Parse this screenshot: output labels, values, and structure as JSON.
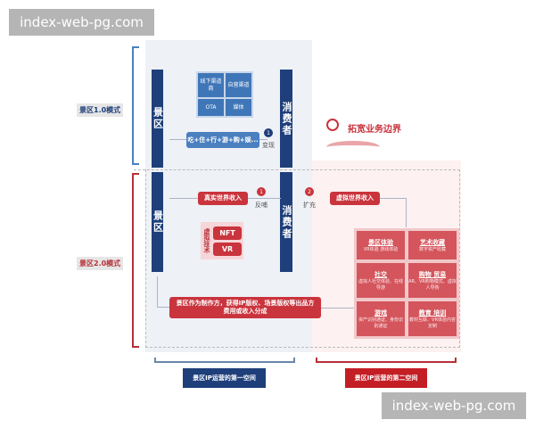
{
  "watermarks": [
    "index-web-pg.com",
    "index-web-pg.com"
  ],
  "modes": {
    "v1": "景区1.0模式",
    "v2": "景区2.0模式"
  },
  "scenic": "景区",
  "consumer": "消费者",
  "channels": [
    "线下渠道商",
    "自营渠道",
    "OTA",
    "媒体"
  ],
  "consumption": "吃+住+行+游+购+娱...",
  "steps": [
    {
      "num": "1",
      "label": "变现"
    },
    {
      "num": "1",
      "label": "反哺"
    },
    {
      "num": "2",
      "label": "扩充"
    }
  ],
  "real_income": "真实世界收入",
  "virtual_tech": {
    "label": "虚拟技术",
    "items": [
      "NFT",
      "VR"
    ]
  },
  "ip_revenue": "景区作为制作方，获得IP版权、场景版权等出品方费用或收入分成",
  "expand": "拓宽业务边界",
  "virtual_income": "虚拟世界收入",
  "virtual_cells": [
    {
      "title": "景区体验",
      "desc": "VR体验 游戏体验"
    },
    {
      "title": "艺术收藏",
      "desc": "数字资产收藏"
    },
    {
      "title": "社交",
      "desc": "虚拟人社交体验、在线导游"
    },
    {
      "title": "购物 贸易",
      "desc": "AR、VR购物模式、虚拟人导购"
    },
    {
      "title": "游戏",
      "desc": "资产识别通证、身份识别通证"
    },
    {
      "title": "教育 培训",
      "desc": "教材互联、VR体验内容定制"
    }
  ],
  "space1": "景区IP运营的第一空间",
  "space2": "景区IP运营的第二空间",
  "colors": {
    "blue": "#1e3f7a",
    "red": "#c9343d"
  }
}
